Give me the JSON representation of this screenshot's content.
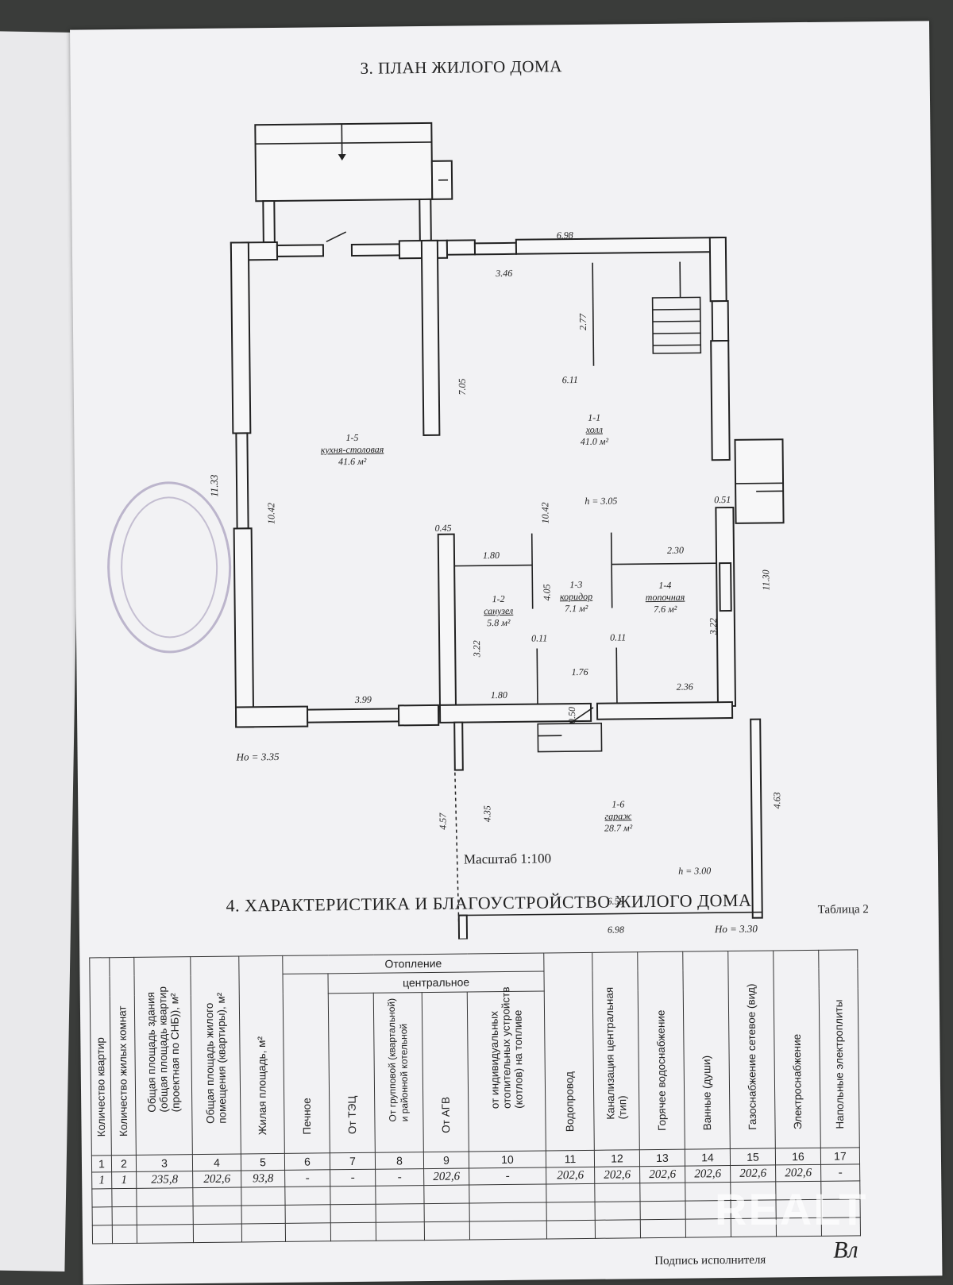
{
  "plan": {
    "title": "3. ПЛАН ЖИЛОГО ДОМА",
    "rooms": [
      {
        "num": "1-5",
        "name": "кухня-столовая",
        "area": "41.6 м²"
      },
      {
        "num": "1-1",
        "name": "холл",
        "area": "41.0 м²"
      },
      {
        "num": "1-2",
        "name": "санузел",
        "area": "5.8 м²"
      },
      {
        "num": "1-3",
        "name": "коридор",
        "area": "7.1 м²"
      },
      {
        "num": "1-4",
        "name": "топочная",
        "area": "7.6 м²"
      },
      {
        "num": "1-6",
        "name": "гараж",
        "area": "28.7 м²"
      }
    ],
    "dimensions": {
      "d698_top": "6.98",
      "d346": "3.46",
      "d277": "2.77",
      "d611": "6.11",
      "d705": "7.05",
      "d1133": "11.33",
      "d1042_left": "10.42",
      "d1042_mid": "10.42",
      "h305": "h = 3.05",
      "d051": "0.51",
      "d045": "0.45",
      "d180_a": "1.80",
      "d230": "2.30",
      "d405": "4.05",
      "d1130": "11.30",
      "d322_left": "3.22",
      "d322_right": "3.22",
      "d011_a": "0.11",
      "d011_b": "0.11",
      "d176": "1.76",
      "d399": "3.99",
      "d180_b": "1.80",
      "d236": "2.36",
      "d050": "0.50",
      "ho335": "Hо = 3.35",
      "d457": "4.57",
      "d435": "4.35",
      "d463": "4.63",
      "h300": "h = 3.00",
      "d659": "6.59",
      "d698_bottom": "6.98",
      "ho330": "Hо = 3.30"
    },
    "scale": "Масштаб 1:100"
  },
  "characteristics": {
    "title": "4. ХАРАКТЕРИСТИКА И БЛАГОУСТРОЙСТВО ЖИЛОГО ДОМА",
    "table_label": "Таблица 2",
    "heating_header": "Отопление",
    "central_header": "центральное",
    "columns": [
      "Количество квартир",
      "Количество жилых комнат",
      "Общая площадь здания (общая площадь квартир (проектная по СНБ)), м²",
      "Общая площадь жилого помещения (квартиры), м²",
      "Жилая площадь, м²",
      "Печное",
      "От ТЭЦ",
      "От групповой (квартальной) и районной котельной",
      "От АГВ",
      "от индивидуальных отопительных устройств (котлов) на топливе",
      "Водопровод",
      "Канализация центральная (тип)",
      "Горячее водоснабжение",
      "Ванные (души)",
      "Газоснабжение сетевое (вид)",
      "Электроснабжение",
      "Напольные электроплиты"
    ],
    "numbers": [
      "1",
      "2",
      "3",
      "4",
      "5",
      "6",
      "7",
      "8",
      "9",
      "10",
      "11",
      "12",
      "13",
      "14",
      "15",
      "16",
      "17"
    ],
    "values": [
      "1",
      "1",
      "235,8",
      "202,6",
      "93,8",
      "-",
      "-",
      "-",
      "202,6",
      "-",
      "202,6",
      "202,6",
      "202,6",
      "202,6",
      "202,6",
      "202,6",
      "-"
    ]
  },
  "signature_label": "Подпись исполнителя",
  "signature_mark": "Вл",
  "watermark": "REALT"
}
